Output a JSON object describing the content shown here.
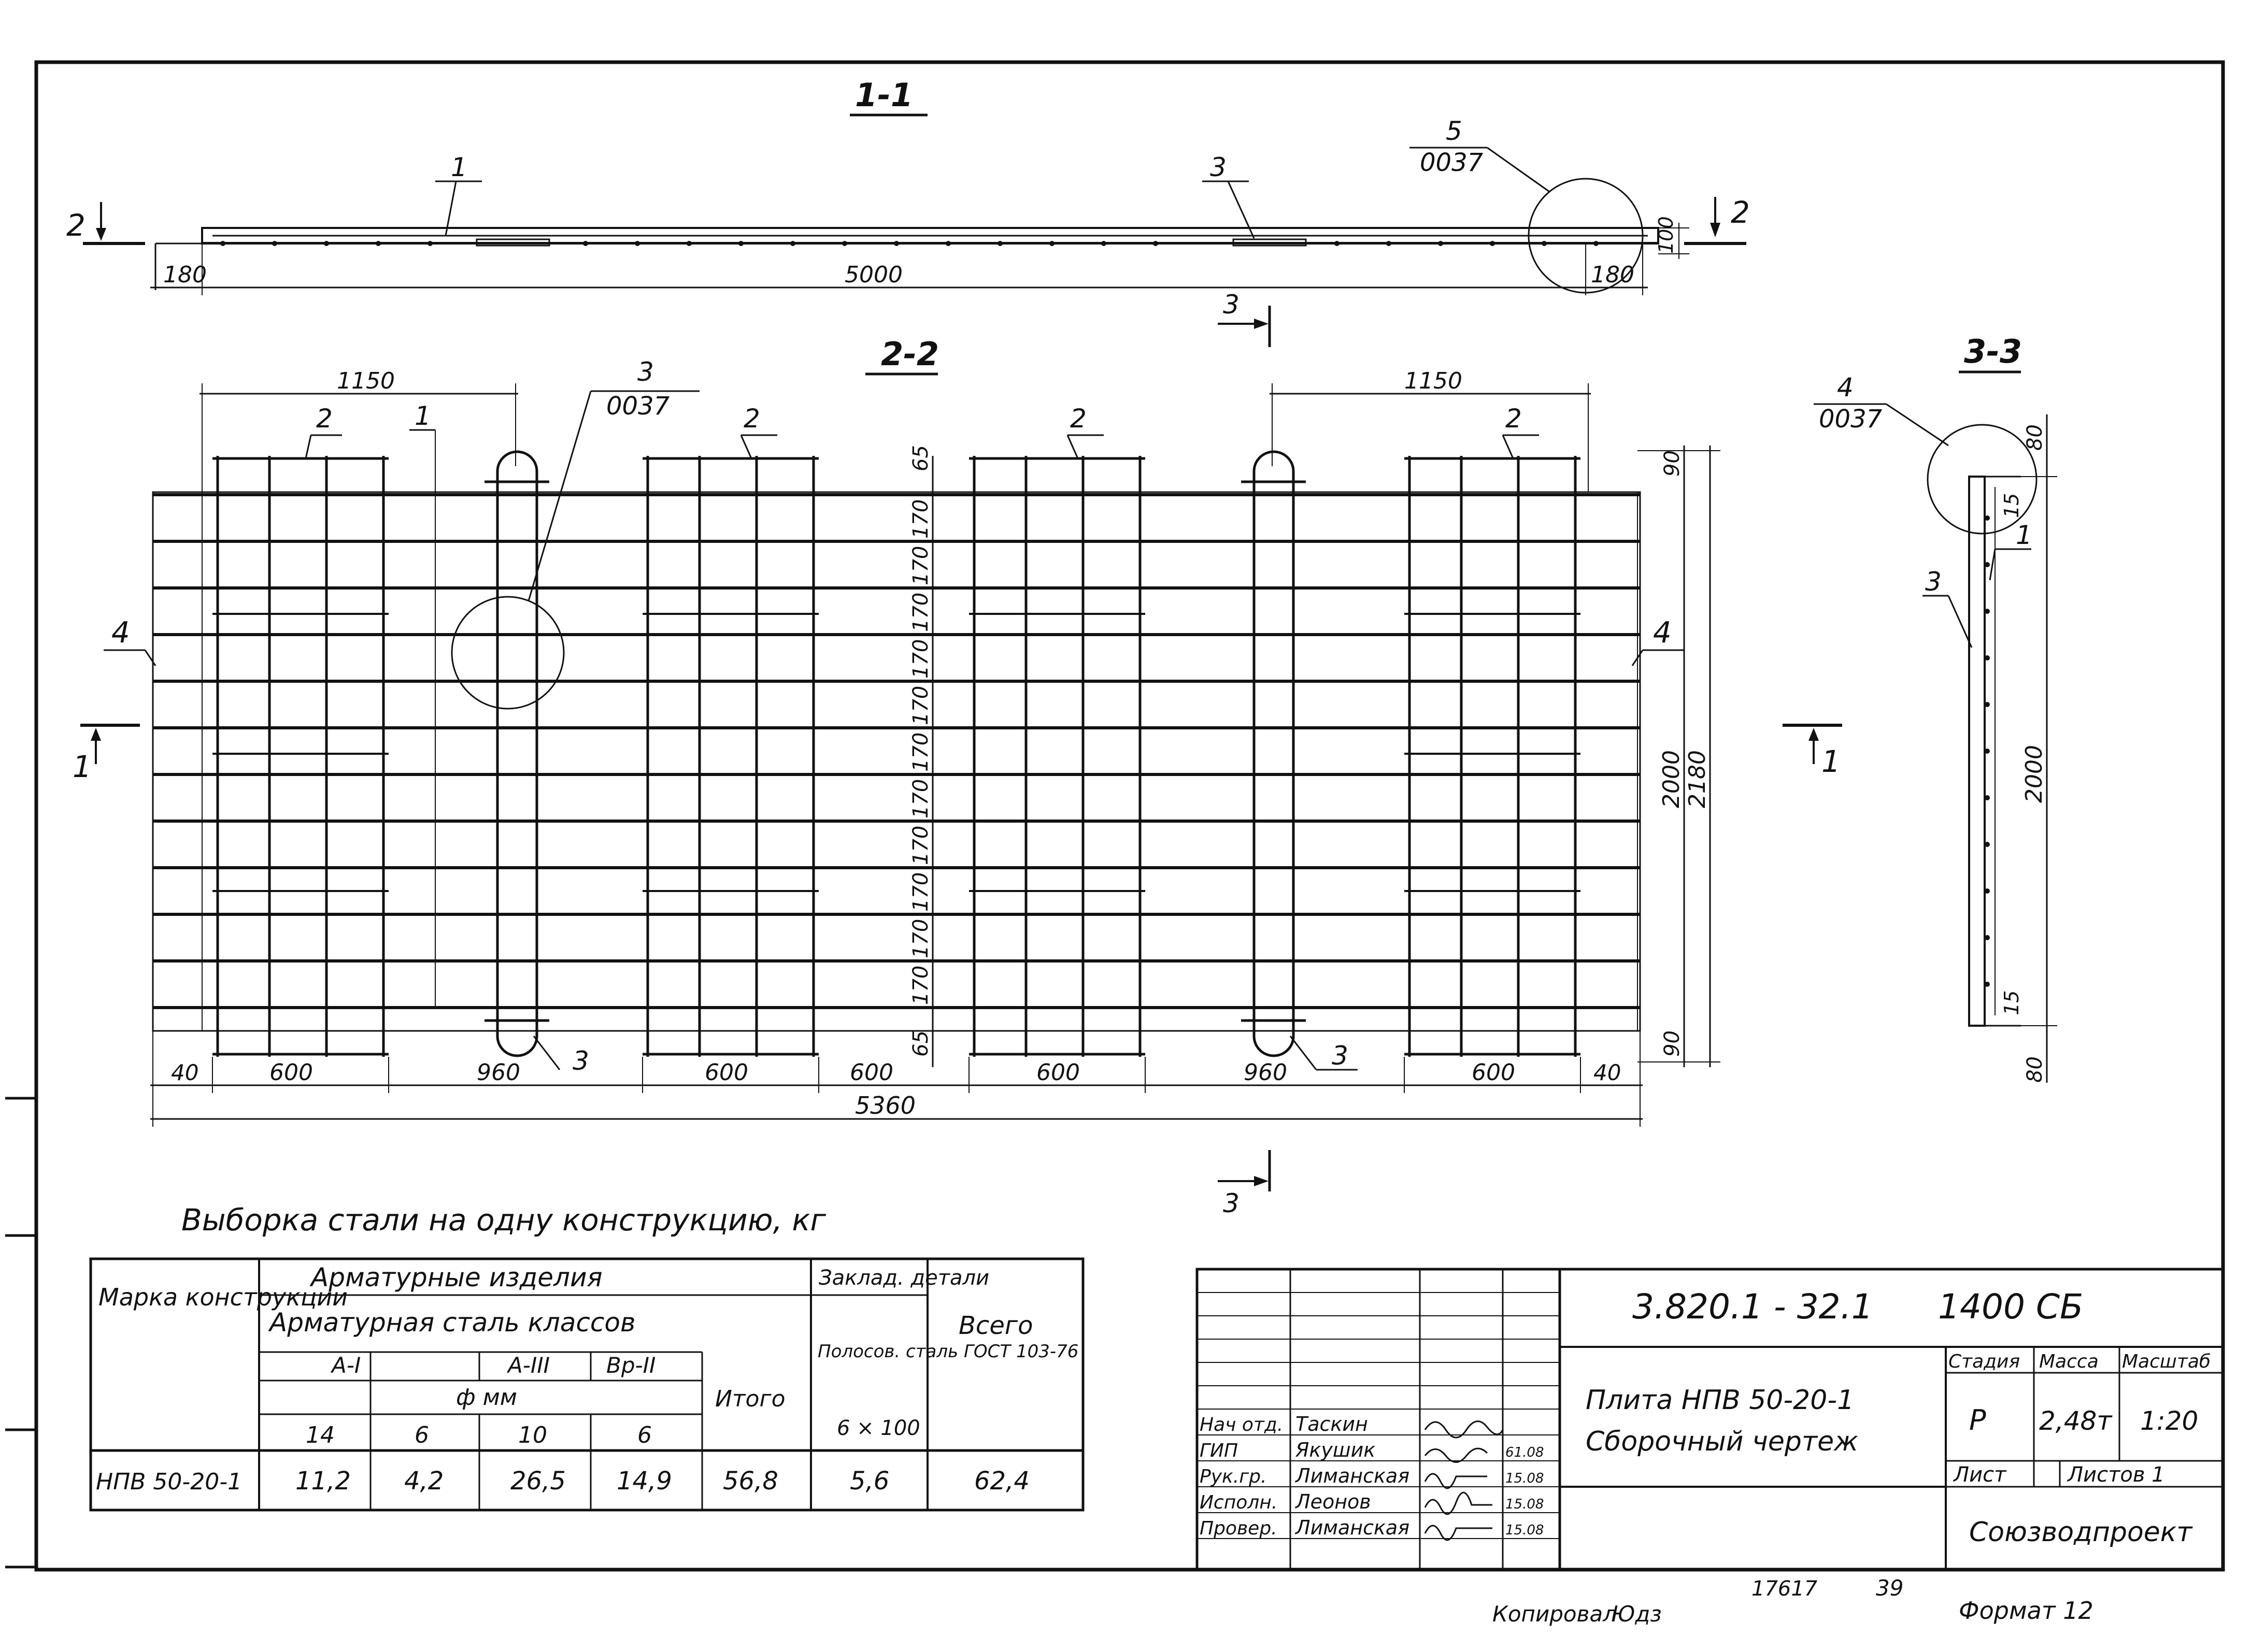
{
  "sections": {
    "s11": "1-1",
    "s22": "2-2",
    "s33": "3-3",
    "cut1": "1",
    "cut2": "2",
    "cut3": "3"
  },
  "callouts": {
    "pos1": "1",
    "pos2": "2",
    "pos3": "3",
    "pos4": "4",
    "pos5": "5",
    "sheet_ref": "0037"
  },
  "dims": {
    "v180": "180",
    "v5000": "5000",
    "v100": "100",
    "v1150": "1150",
    "v65": "65",
    "v170": "170",
    "v90": "90",
    "v2000": "2000",
    "v2180": "2180",
    "v40": "40",
    "v600": "600",
    "v960": "960",
    "v5360": "5360",
    "v80": "80",
    "v15": "15"
  },
  "steel_table": {
    "caption": "Выборка стали на одну конструкцию, кг",
    "col_mark": "Марка конструкции",
    "col_arm": "Арматурные изделия",
    "col_steel": "Арматурная сталь классов",
    "col_a1": "A-I",
    "col_a3": "A-III",
    "col_vr2": "Bp-II",
    "col_dia": "ф мм",
    "col_14": "14",
    "col_6a": "6",
    "col_10": "10",
    "col_6b": "6",
    "col_total_arm": "Итого",
    "col_embed": "Заклад. детали",
    "col_strip": "Полосов. сталь ГОСТ 103-76",
    "col_strip_size": "6 × 100",
    "col_all": "Всего",
    "row": {
      "mark": "НПВ 50-20-1",
      "v14": "11,2",
      "v6a": "4,2",
      "v10": "26,5",
      "v6b": "14,9",
      "sum": "56,8",
      "embed": "5,6",
      "total": "62,4"
    }
  },
  "title_block": {
    "doc_code": "3.820.1 - 32.1",
    "sheet_code": "1400 СБ",
    "name_line1": "Плита НПВ 50-20-1",
    "name_line2": "Сборочный чертеж",
    "h_stage": "Стадия",
    "h_mass": "Масса",
    "h_scale": "Масштаб",
    "stage": "Р",
    "mass": "2,48т",
    "scale": "1:20",
    "sheet_label": "Лист",
    "sheets_label": "Листов 1",
    "org": "Союзводпроект",
    "signers": [
      {
        "role": "Нач отд.",
        "name": "Таскин",
        "date": ""
      },
      {
        "role": "ГИП",
        "name": "Якушик",
        "date": "61.08"
      },
      {
        "role": "Рук.гр.",
        "name": "Лиманская",
        "date": "15.08"
      },
      {
        "role": "Исполн.",
        "name": "Леонов",
        "date": "15.08"
      },
      {
        "role": "Провер.",
        "name": "Лиманская",
        "date": "15.08"
      }
    ]
  },
  "footer": {
    "copied": "Копировал",
    "copier": "Юдз",
    "inv": "17617",
    "num": "39",
    "format": "Формат 12"
  }
}
